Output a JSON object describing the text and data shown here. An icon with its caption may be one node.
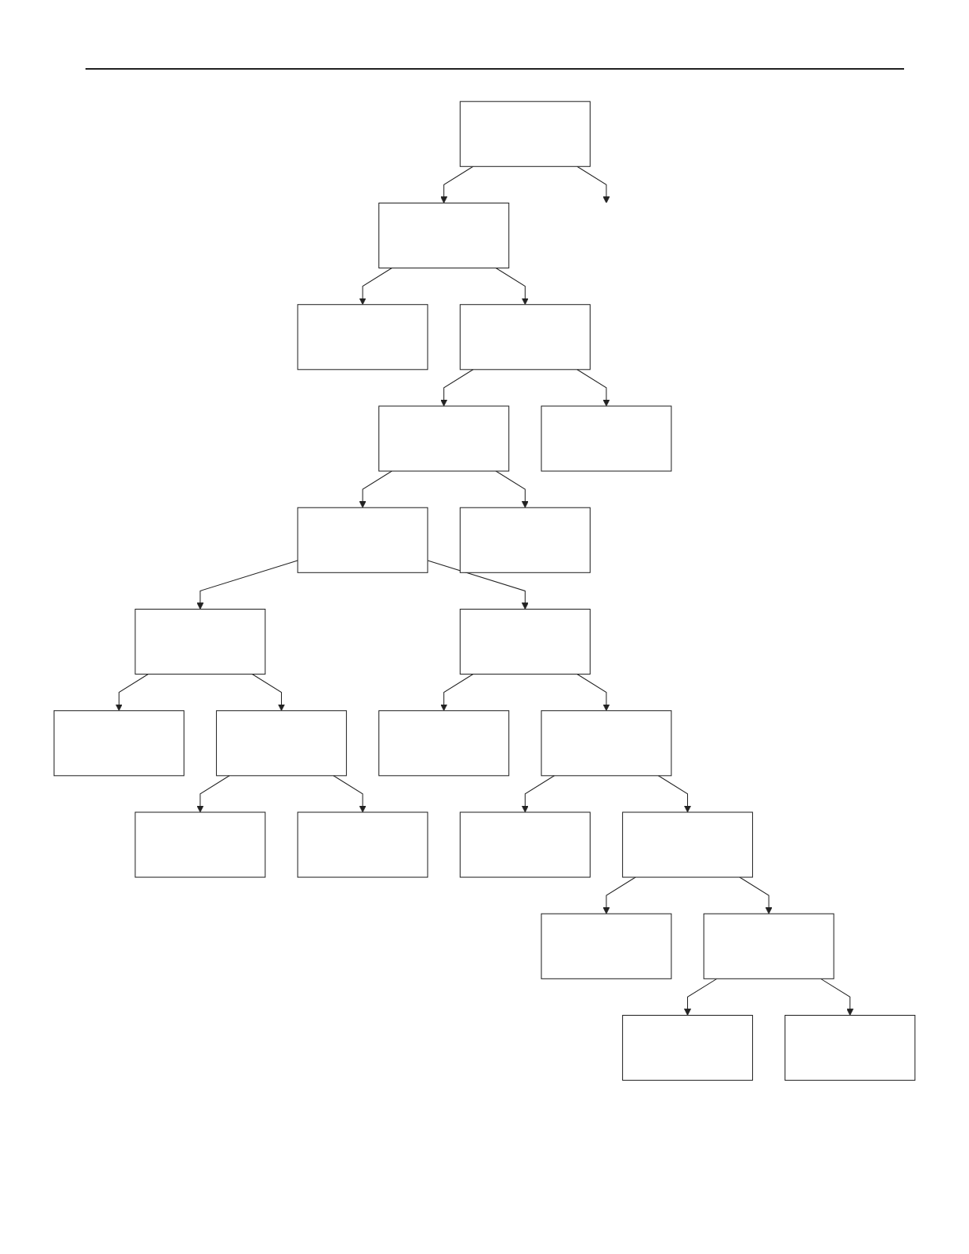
{
  "diagram": {
    "nodes": [
      {
        "text": [],
        "shape": "box"
      },
      {
        "text": [],
        "shape": "box"
      },
      {
        "text": [],
        "shape": "box"
      },
      {
        "text": [],
        "shape": "box"
      },
      {
        "text": [],
        "shape": "box"
      },
      {
        "text": [],
        "shape": "box"
      },
      {
        "text": [],
        "shape": "box"
      },
      {
        "text": [],
        "shape": "box"
      },
      {
        "text": [],
        "shape": "box"
      },
      {
        "text": [],
        "shape": "box"
      },
      {
        "text": [],
        "shape": "box"
      },
      {
        "text": [],
        "shape": "box"
      },
      {
        "text": [],
        "shape": "box"
      },
      {
        "text": [],
        "shape": "box"
      },
      {
        "text": [],
        "shape": "box"
      },
      {
        "text": [],
        "shape": "box"
      },
      {
        "text": [],
        "shape": "box"
      },
      {
        "text": [],
        "shape": "box"
      },
      {
        "text": [],
        "shape": "box"
      },
      {
        "text": [],
        "shape": "box"
      },
      {
        "text": [],
        "shape": "box"
      },
      {
        "text": [],
        "shape": "box"
      }
    ],
    "edges": [
      {
        "from": 0,
        "to": 1,
        "arrow": "to"
      },
      {
        "from": 1,
        "to": 2,
        "arrow": "to"
      },
      {
        "from": 1,
        "to": 4,
        "arrow": "to"
      },
      {
        "from": 4,
        "to": 3,
        "arrow": "to"
      },
      {
        "from": 4,
        "to": 5,
        "arrow": "to"
      },
      {
        "from": 3,
        "to": 7,
        "arrow": "to"
      },
      {
        "from": 3,
        "to": 6,
        "arrow": "to"
      },
      {
        "from": 6,
        "to": 9,
        "arrow": "to"
      },
      {
        "from": 6,
        "to": 13,
        "arrow": "to"
      },
      {
        "from": 9,
        "to": 8,
        "arrow": "to"
      },
      {
        "from": 9,
        "to": 11,
        "arrow": "to"
      },
      {
        "from": 11,
        "to": 10,
        "arrow": "to"
      },
      {
        "from": 11,
        "to": 12,
        "arrow": "to"
      },
      {
        "from": 13,
        "to": 14,
        "arrow": "to"
      },
      {
        "from": 13,
        "to": 16,
        "arrow": "to"
      },
      {
        "from": 16,
        "to": 15,
        "arrow": "to"
      },
      {
        "from": 16,
        "to": 17,
        "arrow": "to"
      },
      {
        "from": 17,
        "to": 18,
        "arrow": "to"
      },
      {
        "from": 17,
        "to": 20,
        "arrow": "to"
      },
      {
        "from": 20,
        "to": 19,
        "arrow": "to"
      },
      {
        "from": 20,
        "to": 21,
        "arrow": "to"
      },
      {
        "from": 0,
        "to": null,
        "arrow": "to"
      }
    ]
  }
}
